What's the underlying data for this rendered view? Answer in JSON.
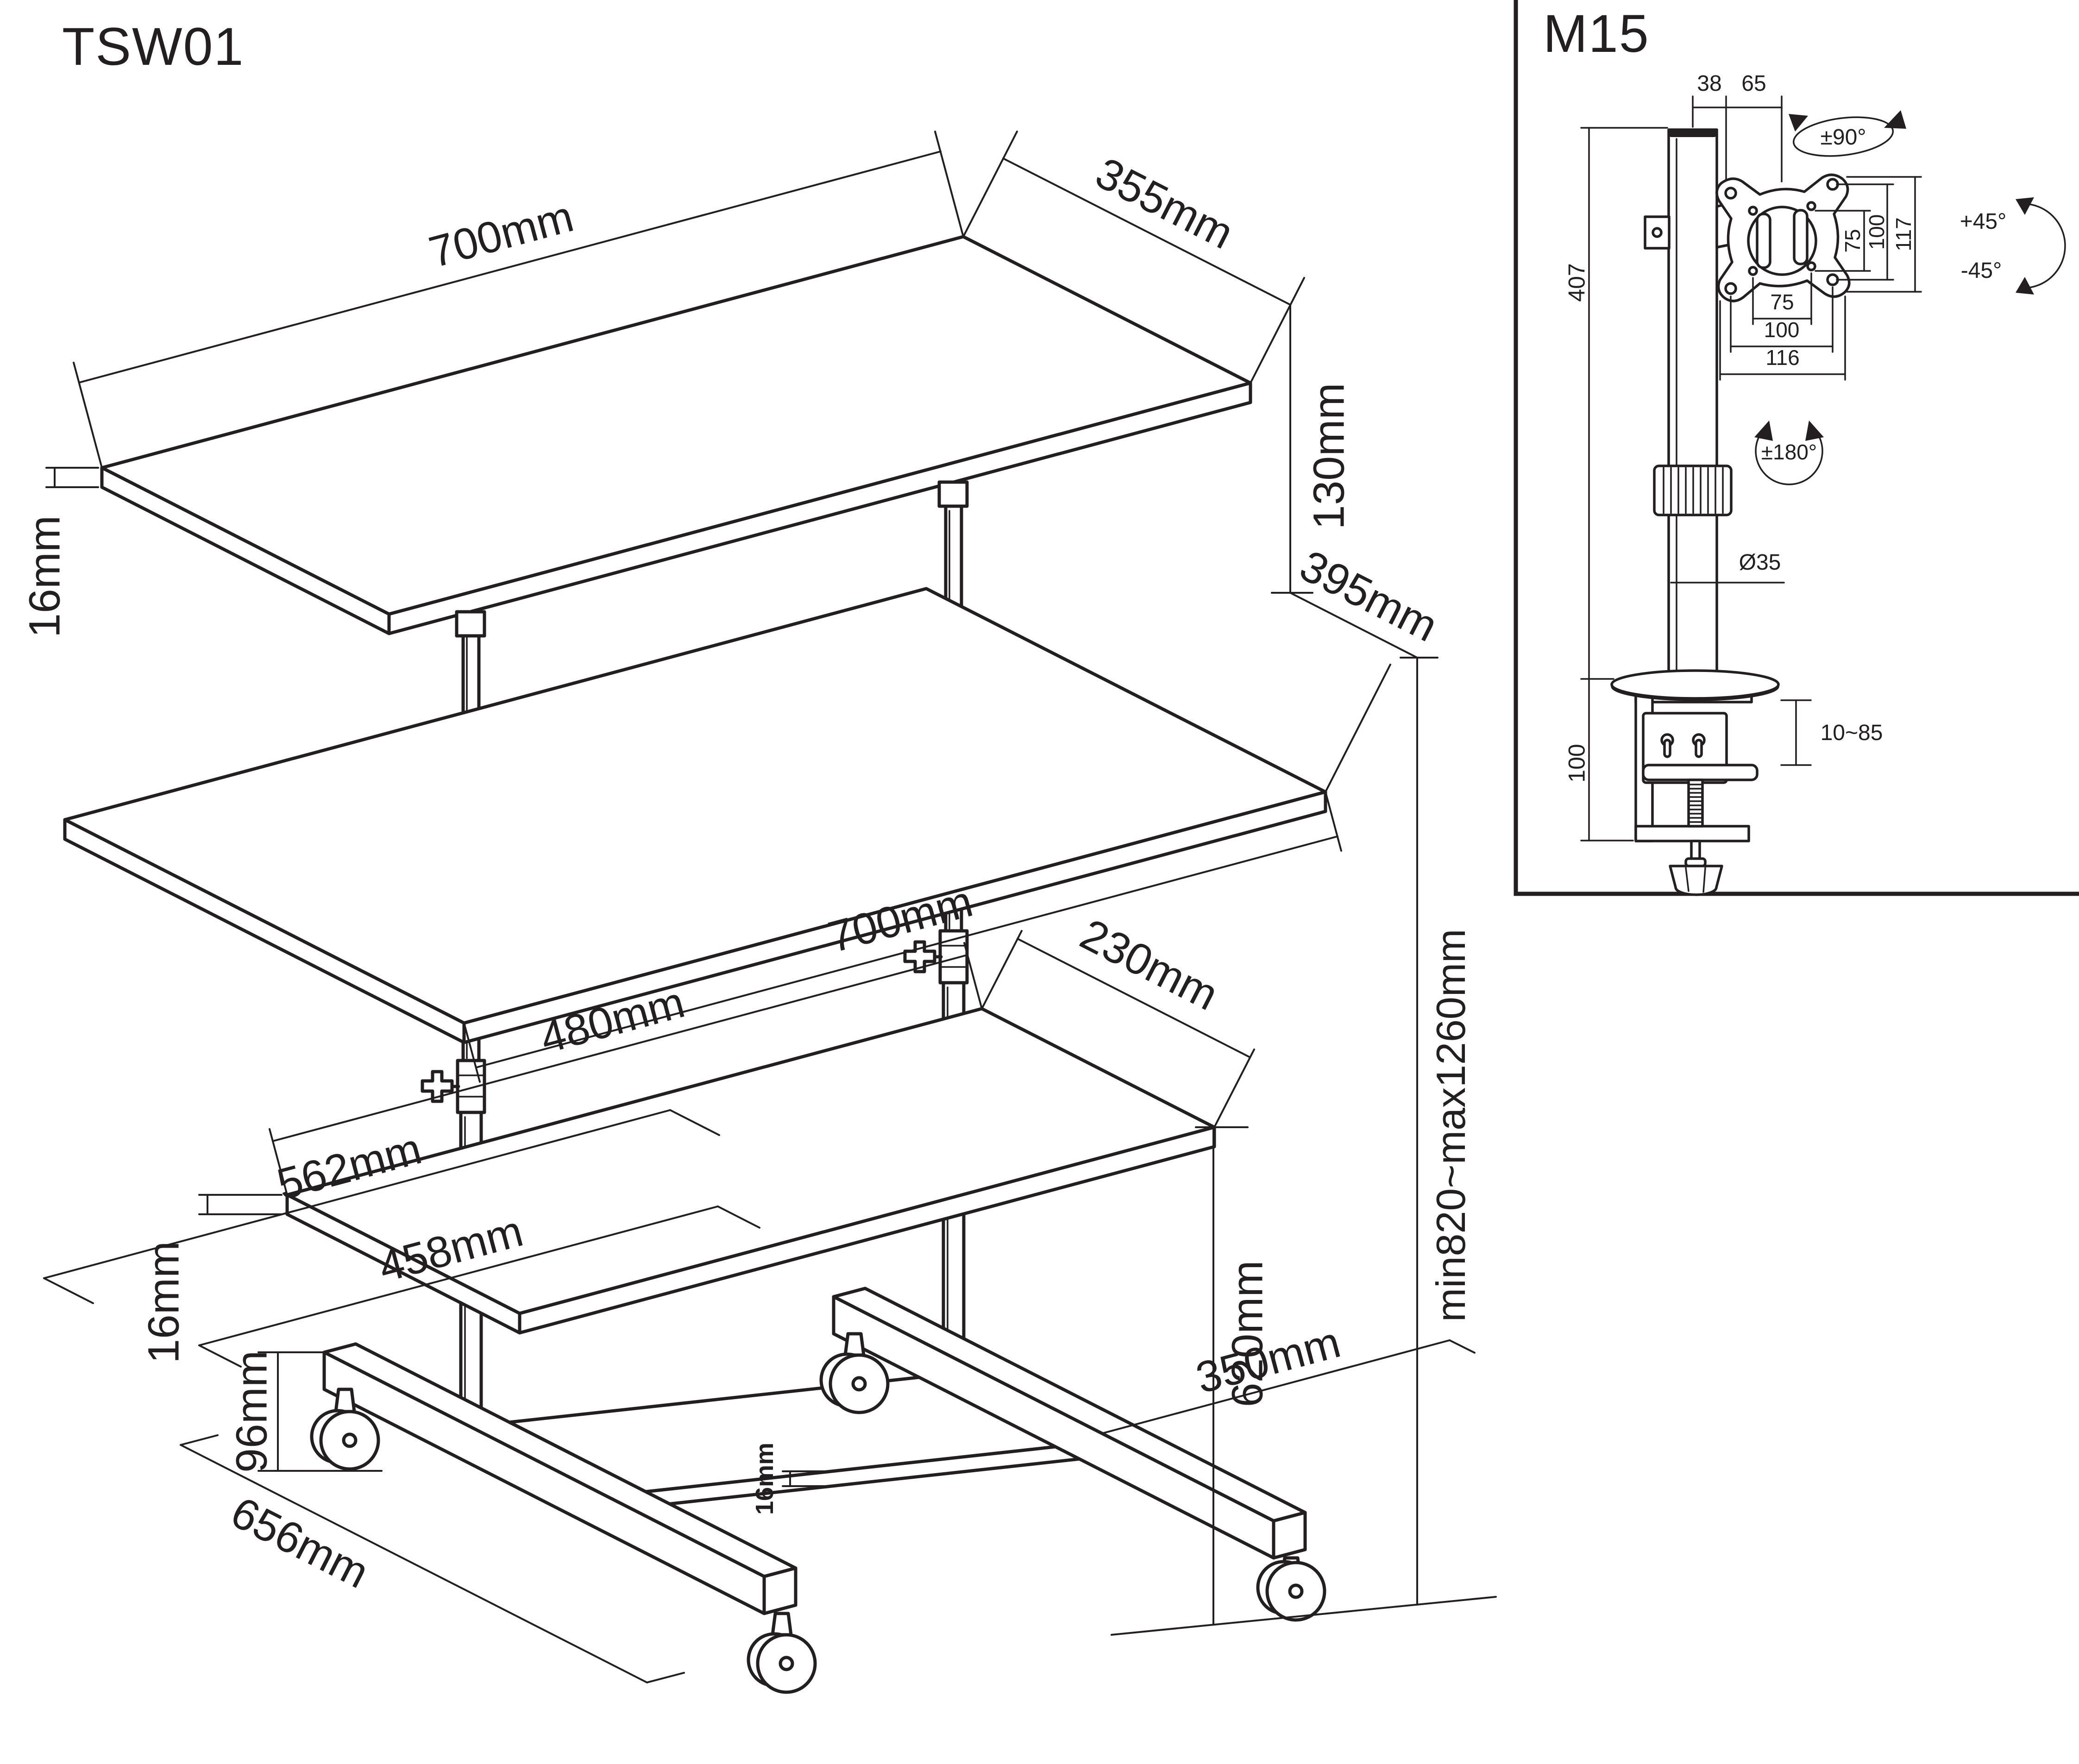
{
  "page": {
    "background": "#ffffff",
    "ink": "#231f20"
  },
  "tsw01": {
    "title": "TSW01",
    "labels": {
      "top_width": "700mm",
      "top_depth": "355mm",
      "top_thickness": "16mm",
      "riser_height": "130mm",
      "desk_depth": "395mm",
      "desk_width": "700mm",
      "mid_shelf_width": "480mm",
      "mid_shelf_thickness": "16mm",
      "mid_shelf_depth": "230mm",
      "base_span_outer": "562mm",
      "base_span_inner": "458mm",
      "base_shelf_width": "350mm",
      "base_height": "96mm",
      "base_depth": "656mm",
      "base_shelf_thickness": "16mm",
      "desk_surface_height": "620mm",
      "overall_height_range": "min820~max1260mm"
    }
  },
  "m15": {
    "title": "M15",
    "labels": {
      "offset_pole_to_hinge": "38",
      "offset_hinge_to_plate": "65",
      "swivel_range": "±90°",
      "tilt_up": "+45°",
      "tilt_down": "-45°",
      "vesa_height_75": "75",
      "vesa_height_100": "100",
      "plate_height": "117",
      "vesa_width_75": "75",
      "vesa_width_100": "100",
      "plate_width": "116",
      "rotation_range": "±180°",
      "pole_length": "407",
      "pole_diameter": "Ø35",
      "clamp_opening_range": "10~85",
      "clamp_height": "100"
    }
  }
}
